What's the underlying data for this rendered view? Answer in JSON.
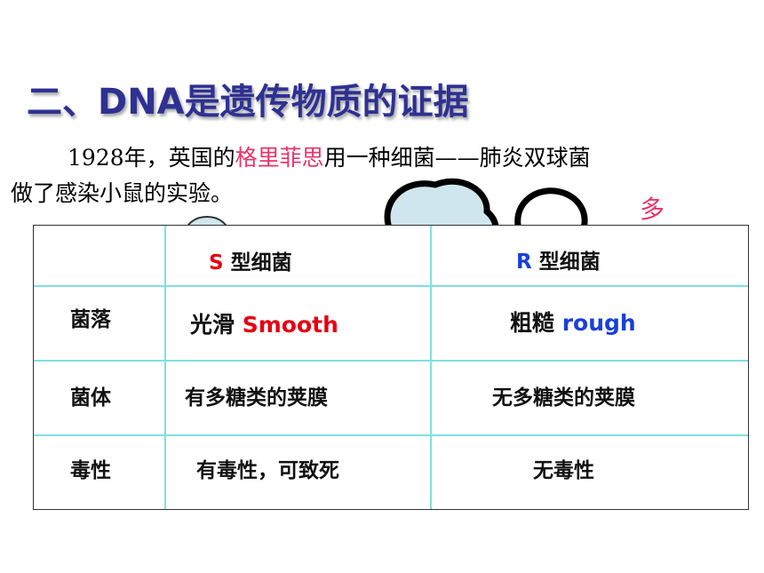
{
  "slide": {
    "title": "二、DNA是遗传物质的证据",
    "intro": {
      "line1_pre": "1928年，英国的",
      "line1_highlight": "格里菲思",
      "line1_post": "用一种细菌——肺炎双球菌",
      "line2": "做了感染小鼠的实验。"
    },
    "pink_fragment": "多"
  },
  "table": {
    "headers": {
      "s_letter": "S",
      "s_rest": " 型细菌",
      "r_letter": "R",
      "r_rest": " 型细菌"
    },
    "rows": [
      {
        "label": "菌落",
        "s_cn": "光滑 ",
        "s_en": "Smooth",
        "r_cn": "粗糙 ",
        "r_en": "rough"
      },
      {
        "label": "菌体",
        "s": "有多糖类的荚膜",
        "r": "无多糖类的荚膜"
      },
      {
        "label": "毒性",
        "s": "有毒性，可致死",
        "r": "无毒性"
      }
    ]
  },
  "colors": {
    "title": "#2E3192",
    "highlight": "#E8336B",
    "s_accent": "#E60012",
    "r_accent": "#1A3FD8",
    "grid": "#7FE0E3"
  }
}
